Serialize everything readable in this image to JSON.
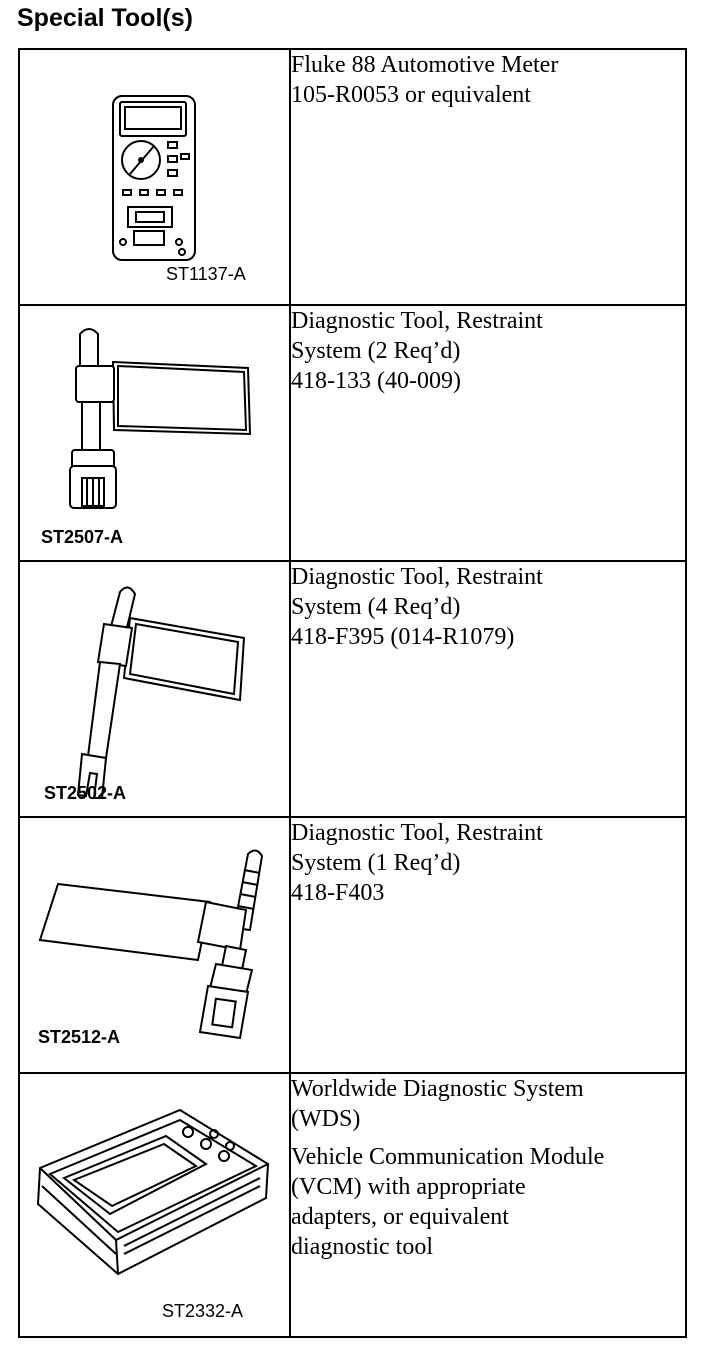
{
  "heading": "Special Tool(s)",
  "tools": [
    {
      "code": "ST1137-A",
      "illustration": "digital-multimeter",
      "paragraphs": [
        "Fluke 88 Automotive Meter\n105-R0053 or equivalent"
      ]
    },
    {
      "code": "ST2507-A",
      "illustration": "restraint-diagnostic-tool-connector",
      "paragraphs": [
        "Diagnostic Tool, Restraint\nSystem (2 Req’d)\n418-133 (40-009)"
      ]
    },
    {
      "code": "ST2502-A",
      "illustration": "restraint-diagnostic-tool-fork",
      "paragraphs": [
        "Diagnostic Tool, Restraint\nSystem (4 Req’d)\n418-F395 (014-R1079)"
      ]
    },
    {
      "code": "ST2512-A",
      "illustration": "restraint-diagnostic-tool-plug",
      "paragraphs": [
        "Diagnostic Tool, Restraint\nSystem (1 Req’d)\n418-F403"
      ]
    },
    {
      "code": "ST2332-A",
      "illustration": "handheld-diagnostic-tablet",
      "paragraphs": [
        "Worldwide Diagnostic System\n(WDS)",
        "Vehicle Communication Module\n(VCM) with appropriate\nadapters, or equivalent\ndiagnostic tool"
      ]
    }
  ]
}
